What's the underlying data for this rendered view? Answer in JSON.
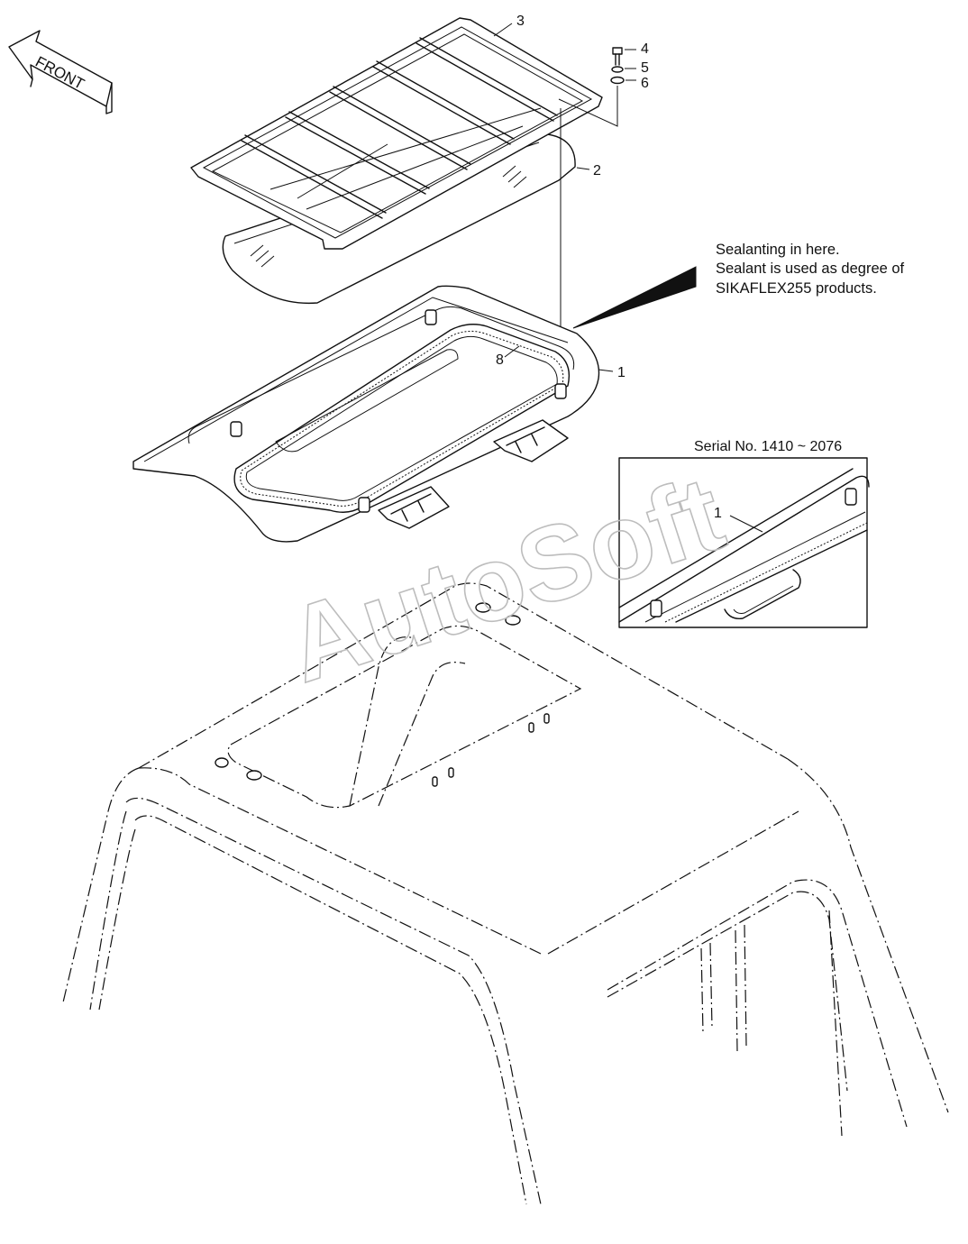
{
  "front_label": "FRONT",
  "callouts": [
    "3",
    "4",
    "5",
    "6",
    "2",
    "1",
    "8",
    "1"
  ],
  "note": {
    "lines": [
      "Sealanting in here.",
      "Sealant is used as degree of",
      "SIKAFLEX255 products."
    ]
  },
  "inset": {
    "title": "Serial No. 1410 ~ 2076",
    "callout": "1"
  },
  "watermark": "AutoSoft"
}
